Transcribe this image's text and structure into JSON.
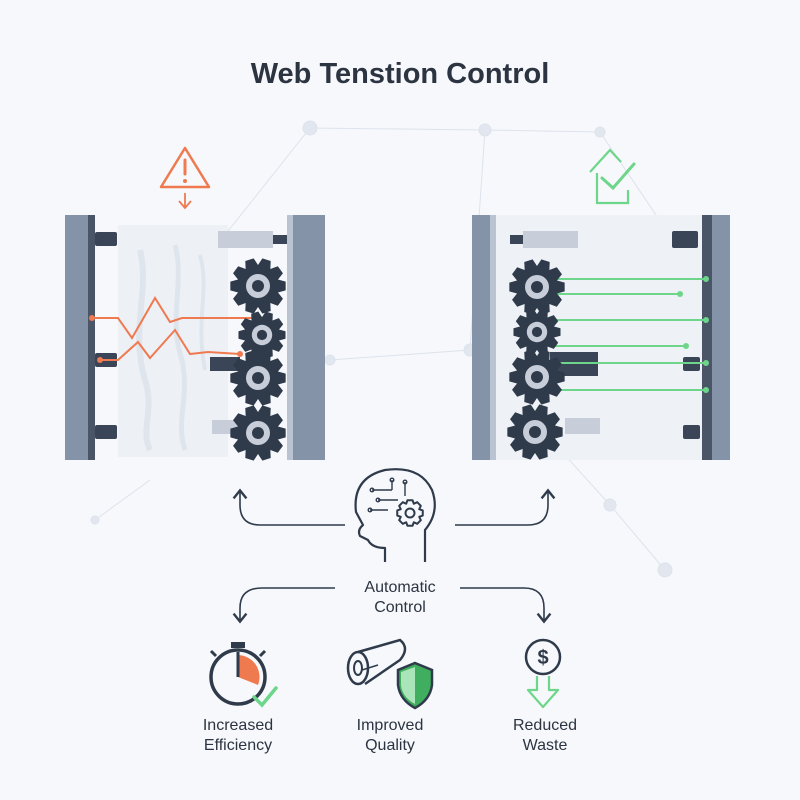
{
  "title": "Web Tenstion Control",
  "center": {
    "line1": "Automatic",
    "line2": "Control"
  },
  "benefits": [
    {
      "line1": "Increased",
      "line2": "Efficiency",
      "icon": "stopwatch-check-icon"
    },
    {
      "line1": "Improved",
      "line2": "Quality",
      "icon": "roll-shield-icon"
    },
    {
      "line1": "Reduced",
      "line2": "Waste",
      "icon": "dollar-down-arrow-icon"
    }
  ],
  "icons": {
    "left_status": "warning-triangle-icon",
    "right_status": "house-check-icon",
    "center": "brain-gear-head-icon"
  },
  "colors": {
    "unstable": "#f07a50",
    "stable": "#6ed68a",
    "frame": "#8593a8",
    "frame_dark": "#4a5668",
    "ink": "#2f3a4b",
    "shield": "#3fae5e"
  }
}
